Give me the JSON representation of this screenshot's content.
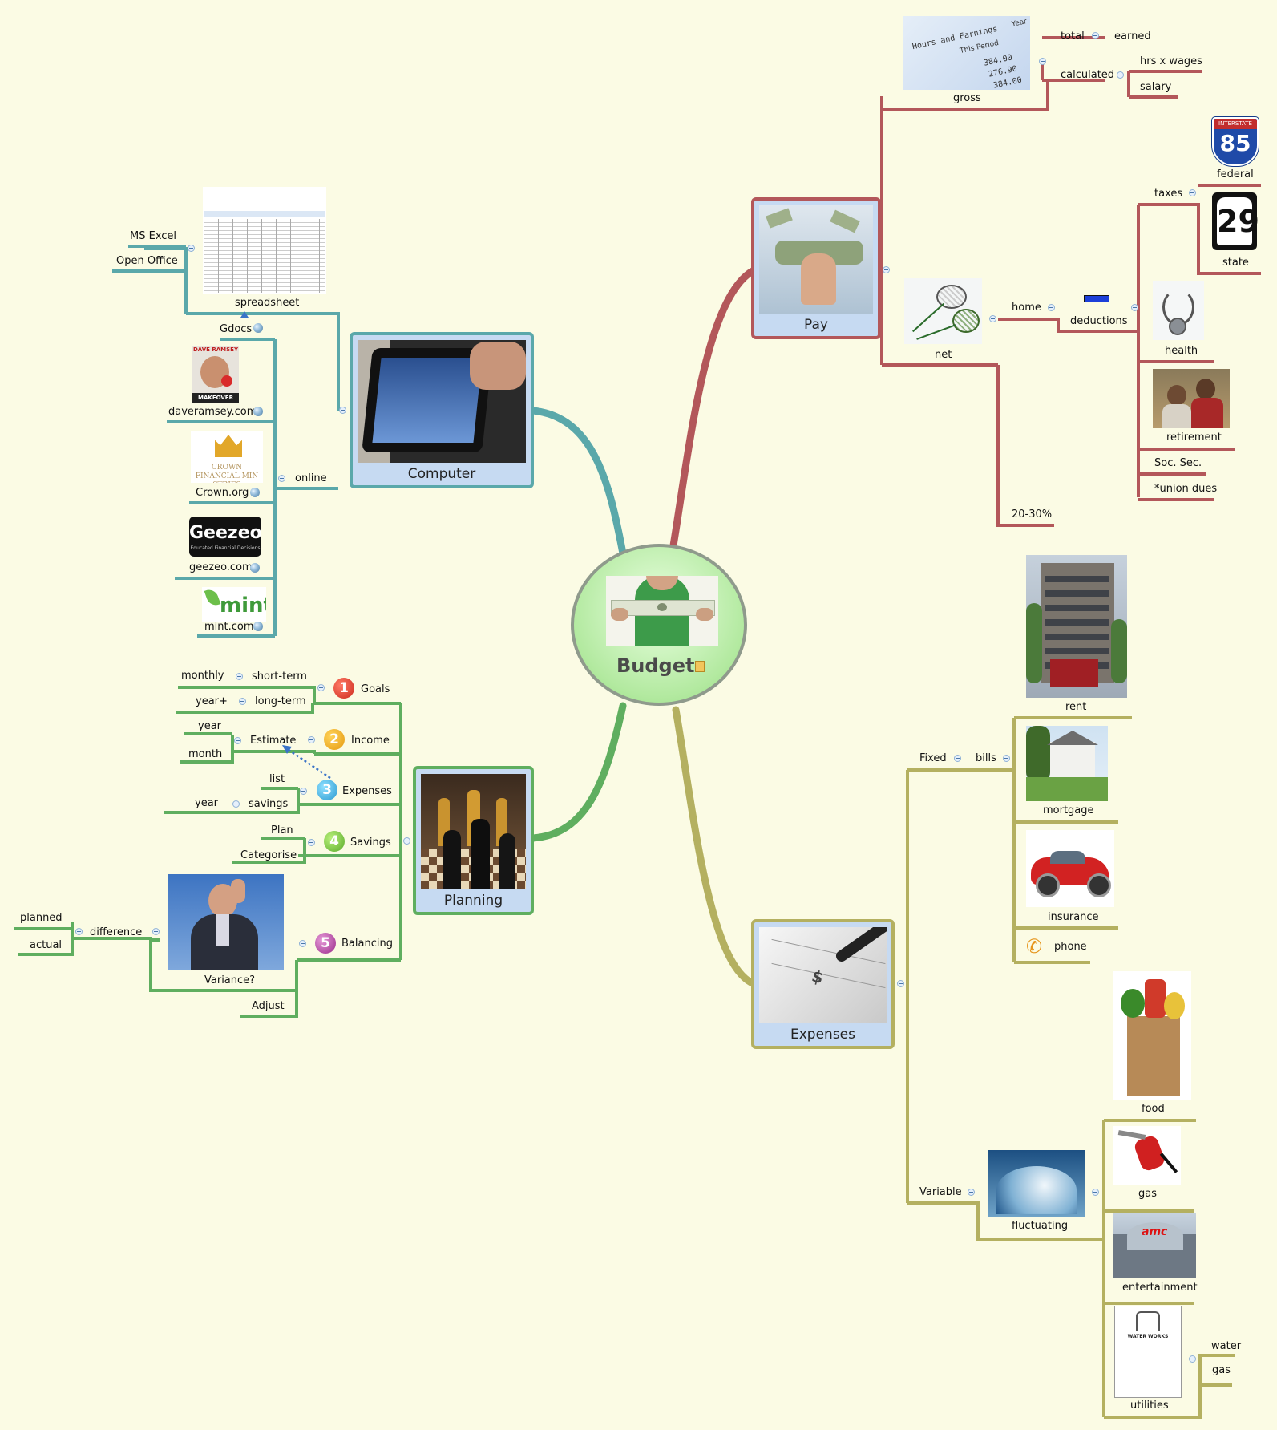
{
  "central": {
    "title": "Budget"
  },
  "pay": {
    "title": "Pay",
    "gross": "gross",
    "gross_doc": {
      "heading": "Hours and Earnings",
      "period": "This Period",
      "col": "Year",
      "v1": "384.00",
      "v2": "276.90",
      "v3": "384.00"
    },
    "total": "total",
    "earned": "earned",
    "calculated": "calculated",
    "hrs_x_wages": "hrs x wages",
    "salary": "salary",
    "net": "net",
    "home": "home",
    "deductions": "deductions",
    "twenty_thirty": "20-30%",
    "taxes": "taxes",
    "federal": "federal",
    "interstate_label": "INTERSTATE",
    "interstate_num": "85",
    "state": "state",
    "state_num": "29",
    "health": "health",
    "retirement": "retirement",
    "soc_sec": "Soc. Sec.",
    "union_dues": "*union dues"
  },
  "computer": {
    "title": "Computer",
    "spreadsheet": "spreadsheet",
    "ms_excel": "MS Excel",
    "open_office": "Open Office",
    "gdocs": "Gdocs",
    "online": "online",
    "daveramsey": "daveramsey.com",
    "daveramsey_book_top": "DAVE RAMSEY",
    "daveramsey_book_bottom": "MAKEOVER",
    "crown": "Crown.org",
    "crown_img_text": "CROWN FINANCIAL MIN STRIES",
    "geezeo": "geezeo.com",
    "geezeo_logo": "Geezeo",
    "geezeo_tag": "Educated Financial Decisions",
    "mint": "mint.com",
    "mint_logo": "mint"
  },
  "planning": {
    "title": "Planning",
    "goals": "Goals",
    "short_term": "short-term",
    "long_term": "long-term",
    "monthly": "monthly",
    "year_plus": "year+",
    "income": "Income",
    "estimate": "Estimate",
    "year1": "year",
    "month": "month",
    "expenses": "Expenses",
    "list": "list",
    "savings_sub": "savings",
    "year2": "year",
    "savings": "Savings",
    "plan": "Plan",
    "categorise": "Categorise",
    "balancing": "Balancing",
    "variance": "Variance?",
    "difference": "difference",
    "planned": "planned",
    "actual": "actual",
    "adjust": "Adjust",
    "n1": "1",
    "n2": "2",
    "n3": "3",
    "n4": "4",
    "n5": "5"
  },
  "expenses": {
    "title": "Expenses",
    "check_text": "$",
    "fixed": "Fixed",
    "bills": "bills",
    "rent": "rent",
    "mortgage": "mortgage",
    "insurance": "insurance",
    "phone": "phone",
    "variable": "Variable",
    "fluctuating": "fluctuating",
    "food": "food",
    "gas": "gas",
    "entertainment": "entertainment",
    "amc_logo": "amc",
    "utilities": "utilities",
    "utilities_doc": "WATER WORKS",
    "water": "water",
    "gas2": "gas"
  },
  "colors": {
    "pay": "#b3575a",
    "computer": "#5aa8aa",
    "planning": "#5fae5f",
    "expenses": "#b4b060",
    "background": "#fbfbe4"
  }
}
